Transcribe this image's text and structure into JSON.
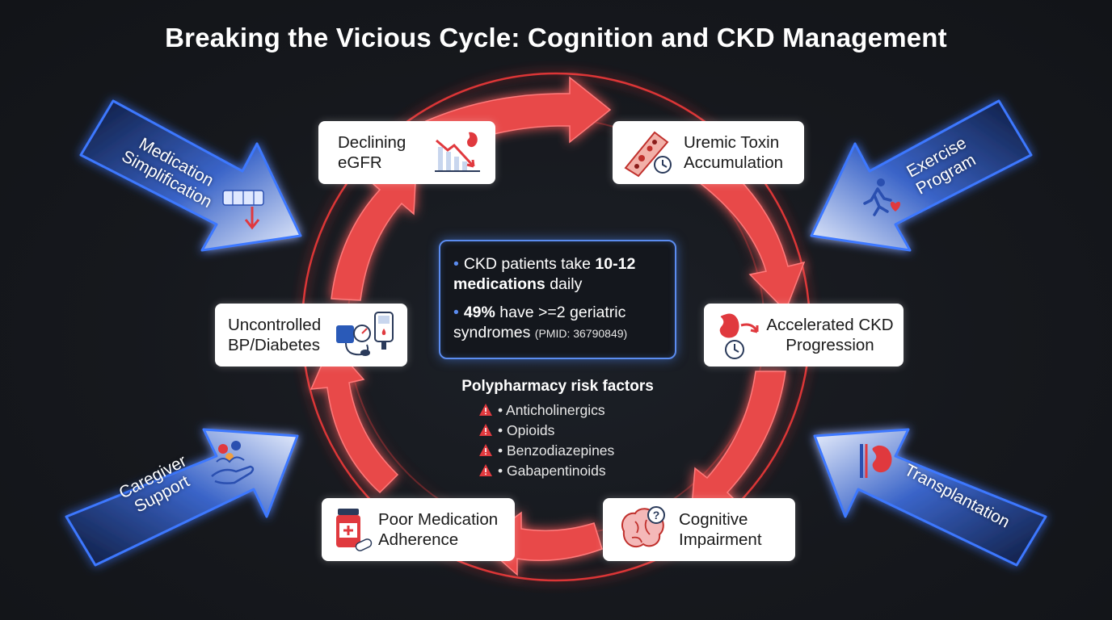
{
  "title": "Breaking the Vicious Cycle: Cognition and CKD Management",
  "cycle_steps": [
    {
      "label": "Declining\neGFR",
      "icon": "declining-chart-kidney-icon"
    },
    {
      "label": "Uremic Toxin\nAccumulation",
      "icon": "blood-vessel-toxin-icon"
    },
    {
      "label": "Accelerated CKD\nProgression",
      "icon": "kidney-clock-icon"
    },
    {
      "label": "Cognitive\nImpairment",
      "icon": "brain-question-icon"
    },
    {
      "label": "Poor Medication\nAdherence",
      "icon": "pill-bottle-icon"
    },
    {
      "label": "Uncontrolled\nBP/Diabetes",
      "icon": "bp-monitor-glucometer-icon"
    }
  ],
  "interventions": [
    {
      "label": "Medication\nSimplification",
      "icon": "pill-organizer-icon"
    },
    {
      "label": "Exercise\nProgram",
      "icon": "runner-heart-icon"
    },
    {
      "label": "Caregiver\nSupport",
      "icon": "hand-people-icon"
    },
    {
      "label": "Transplantation",
      "icon": "kidney-transplant-icon"
    }
  ],
  "center_stats": {
    "line1_prefix": "CKD patients take ",
    "line1_bold": "10-12 medications",
    "line1_suffix": " daily",
    "line2_bold": "49%",
    "line2_text": " have >=2 geriatric syndromes ",
    "line2_ref": "(PMID: 36790849)"
  },
  "risk_factors": {
    "title": "Polypharmacy risk factors",
    "items": [
      "• Anticholinergics",
      "• Opioids",
      "• Benzodiazepines",
      "• Gabapentinoids"
    ]
  },
  "colors": {
    "cycle_red": "#e8484a",
    "glow_red": "#ff3b3b",
    "intervention_blue": "#2f6bff",
    "warning_red": "#e0393e"
  }
}
